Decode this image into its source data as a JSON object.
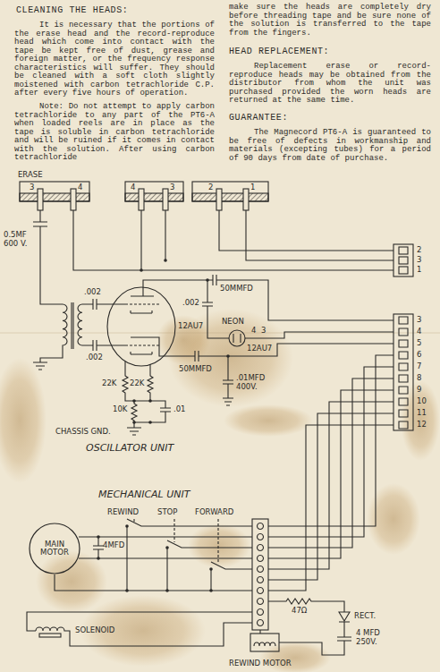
{
  "diagram": {
    "nodes": [
      {
        "text": [
          "MAIN MOTOR"
        ]
      }
    ],
    "labels": [
      "CLEANING THE HEADS:",
      "It is necessary that the portions of the erase head and the record-reproduce head which come into contact with the tape be kept free of dust, grease and foreign matter, or the frequency response characteristics will suffer. They should be cleaned with a soft cloth slightly moistened with carbon tetrachloride C.P. after every five hours of operation.",
      "Note: Do not attempt to apply carbon tetrachloride to any part of the PT6-A when loaded reels are in place as the tape is soluble in carbon tetrachloride and will be ruined if it comes in contact with the solution. After using carbon tetrachloride",
      "make sure the heads are completely dry before threading tape and be sure none of the solution is transferred to the tape from the fingers.",
      "HEAD REPLACEMENT:",
      "Replacement erase or record-reproduce heads may be obtained from the distributor from whom the unit was purchased provided the worn heads are returned at the same time.",
      "GUARANTEE:",
      "The Magnecord PT6-A is guaranteed to be free of defects in workmanship and materials (excepting tubes) for a period of 90 days from date of purchase.",
      "ERASE",
      "3",
      "4",
      "4",
      "3",
      "2",
      "1",
      "2",
      "3",
      "1",
      "0.5MF",
      "600 V.",
      ".002",
      ".002",
      "12AU7",
      "50MMFD",
      ".002",
      "NEON",
      "4",
      "3",
      "12AU7",
      "50MMFD",
      "22K",
      "22K",
      "10K",
      ".01",
      ".01MFD",
      "400V.",
      "CHASSIS GND.",
      "OSCILLATOR UNIT",
      "3",
      "4",
      "5",
      "6",
      "7",
      "8",
      "9",
      "10",
      "11",
      "12",
      "MECHANICAL UNIT",
      "4MFD",
      "REWIND",
      "STOP",
      "FORWARD",
      "47Ω",
      "RECT.",
      "4 MFD",
      "250V.",
      "SOLENOID",
      "REWIND MOTOR"
    ]
  }
}
